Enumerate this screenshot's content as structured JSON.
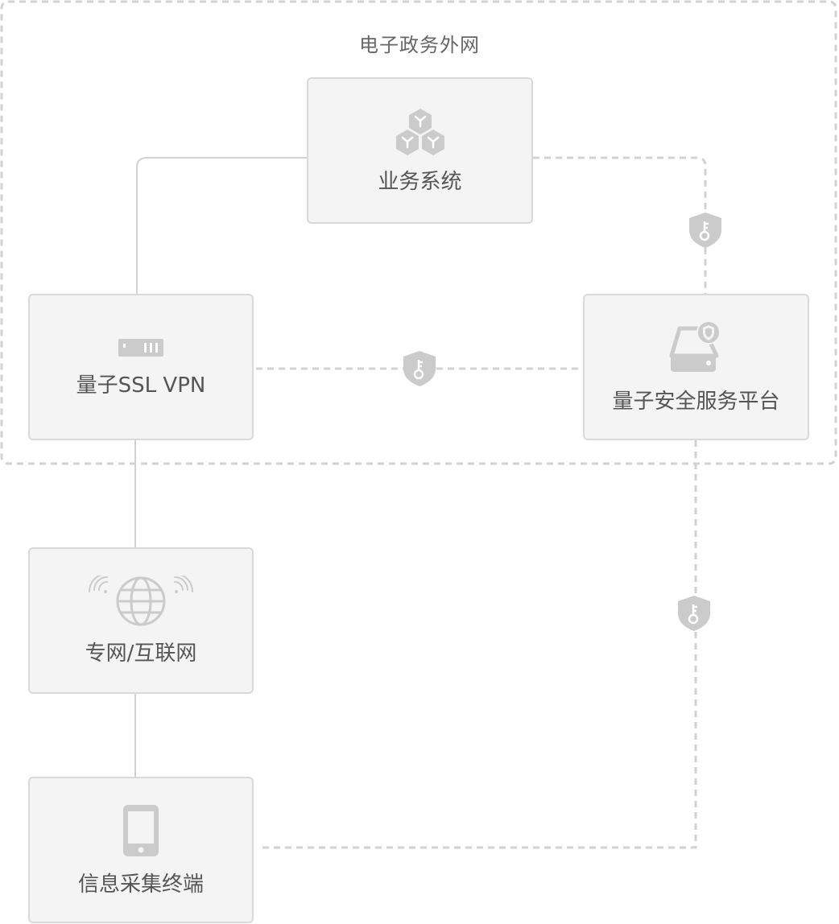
{
  "zone": {
    "title": "电子政务外网"
  },
  "nodes": {
    "business_system": {
      "label": "业务系统",
      "icon": "cubes-icon"
    },
    "ssl_vpn": {
      "label": "量子SSL VPN",
      "icon": "server-rack-icon"
    },
    "quantum_platform": {
      "label": "量子安全服务平台",
      "icon": "secure-storage-icon"
    },
    "network": {
      "label": "专网/互联网",
      "icon": "globe-signal-icon"
    },
    "terminal": {
      "label": "信息采集终端",
      "icon": "mobile-phone-icon"
    }
  },
  "badges": {
    "icon": "shield-key-icon"
  },
  "colors": {
    "line": "#d2d2d2",
    "node_fill": "#f4f4f4",
    "node_border": "#d9d9d9",
    "icon": "#cbcbcb"
  }
}
